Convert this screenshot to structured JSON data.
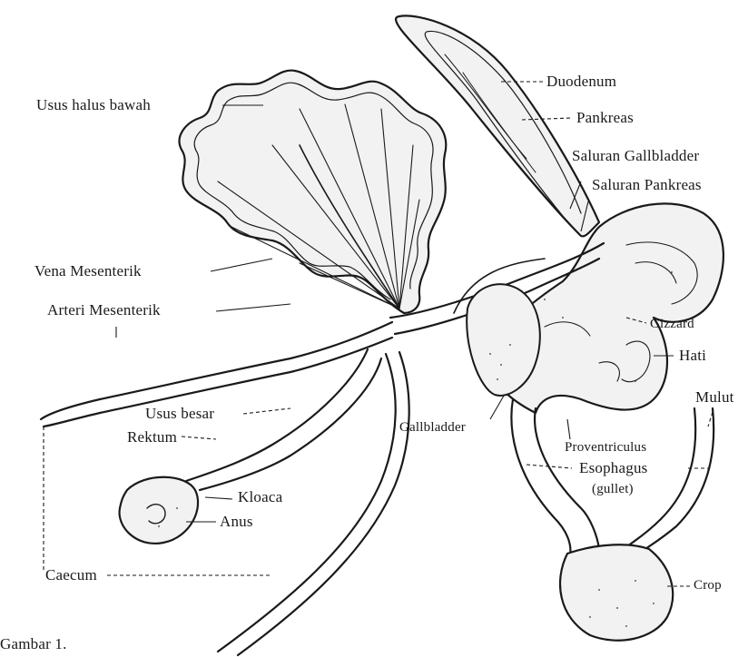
{
  "figure": {
    "caption": "Gambar 1.",
    "labels": {
      "usus_halus_bawah": "Usus halus bawah",
      "duodenum": "Duodenum",
      "pankreas": "Pankreas",
      "saluran_gallbladder": "Saluran Gallbladder",
      "saluran_pankreas": "Saluran Pankreas",
      "vena_mesenterik": "Vena Mesenterik",
      "arteri_mesenterik": "Arteri Mesenterik",
      "gizzard": "Gizzard",
      "hati": "Hati",
      "mulut": "Mulut",
      "usus_besar": "Usus besar",
      "gallbladder": "Gallbladder",
      "rektum": "Rektum",
      "proventriculus": "Proventriculus",
      "esophagus": "Esophagus",
      "gullet": "(gullet)",
      "kloaca": "Kloaca",
      "anus": "Anus",
      "caecum": "Caecum",
      "crop": "Crop"
    }
  }
}
